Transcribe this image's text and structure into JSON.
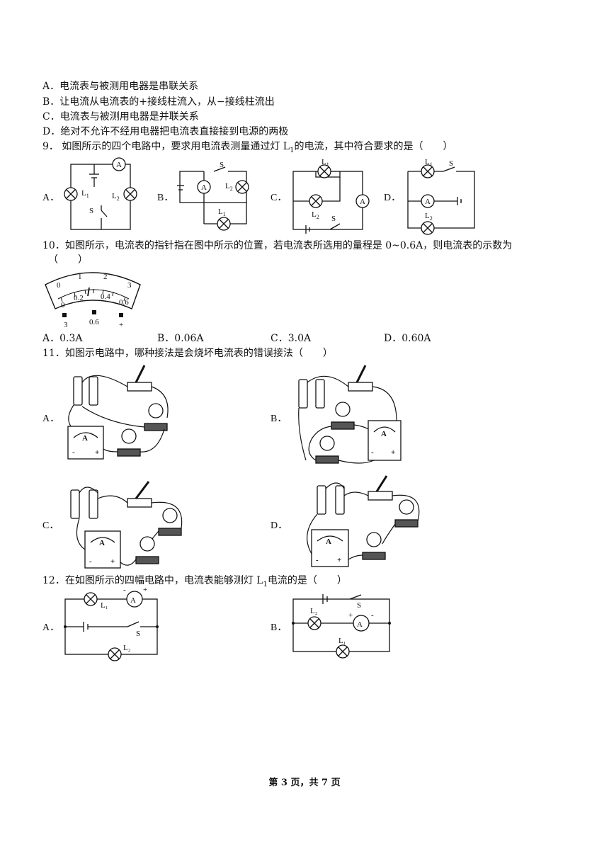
{
  "q8_options": {
    "a": "A．电流表与被测用电器是串联关系",
    "b": "B．让电流从电流表的+接线柱流入，从−接线柱流出",
    "c": "C．电流表与被测用电器是并联关系",
    "d": "D．绝对不允许不经用电器把电流表直接接到电源的两极"
  },
  "q9": {
    "stem_pre": "9．  如图所示的四个电路中，要求用电流表测量通过灯 L",
    "stem_sub": "1",
    "stem_post": "的电流，其中符合要求的是（　　）",
    "labels": [
      "A．",
      "B．",
      "C．",
      "D．"
    ],
    "symbols": {
      "ammeter": "A",
      "switch": "S",
      "lamp1": "L",
      "lamp2": "L",
      "sub1": "1",
      "sub2": "2"
    }
  },
  "q10": {
    "stem_line1": "10．如图所示，电流表的指针指在图中所示的位置，若电流表所选用的量程是 0~0.6A，则电流表的示数为",
    "stem_line2": "（　　）",
    "meter": {
      "top_scale": [
        "0",
        "1",
        "2",
        "3"
      ],
      "bottom_scale": [
        "0",
        "0.2",
        "0.4",
        "0.6"
      ],
      "terminals": [
        "3",
        "0.6",
        "+"
      ]
    },
    "options": [
      "A．0.3A",
      "B．0.06A",
      "C．3.0A",
      "D．0.60A"
    ]
  },
  "q11": {
    "stem": "11．如图示电路中，哪种接法是会烧坏电流表的错误接法（　　）",
    "labels": [
      "A．",
      "B．",
      "C．",
      "D．"
    ],
    "meter_letter": "A"
  },
  "q12": {
    "stem_pre": "12．在如图所示的四幅电路中，电流表能够测灯 L",
    "stem_sub": "1",
    "stem_post": "电流的是（　　）",
    "labels": [
      "A．",
      "B．"
    ],
    "symbols": {
      "ammeter": "A",
      "switch": "S",
      "l1": "L₁",
      "l2": "L₂",
      "plus": "+",
      "minus": "-"
    }
  },
  "footer": "第 3 页，共 7 页"
}
